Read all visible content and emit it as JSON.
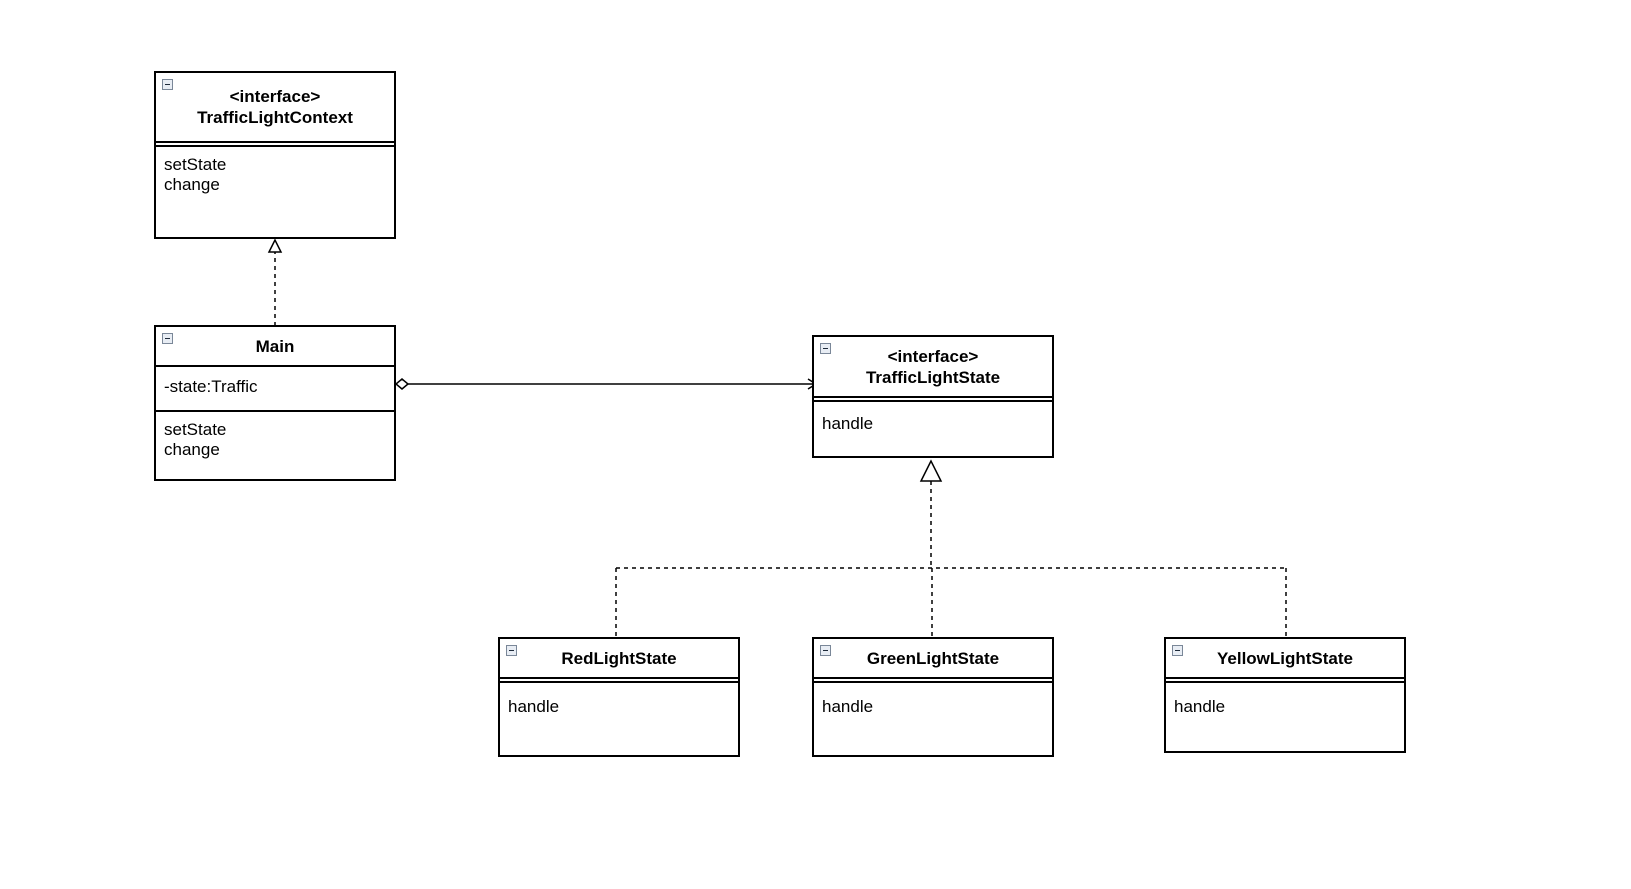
{
  "classes": {
    "traffic_light_context": {
      "stereotype": "<interface>",
      "name": "TrafficLightContext",
      "attributes": [],
      "operations": [
        "setState",
        "change"
      ]
    },
    "main": {
      "stereotype": "",
      "name": "Main",
      "attributes": [
        "-state:Traffic"
      ],
      "operations": [
        "setState",
        "change"
      ]
    },
    "traffic_light_state": {
      "stereotype": "<interface>",
      "name": "TrafficLightState",
      "attributes": [],
      "operations": [
        "handle"
      ]
    },
    "red_light_state": {
      "stereotype": "",
      "name": "RedLightState",
      "attributes": [],
      "operations": [
        "handle"
      ]
    },
    "green_light_state": {
      "stereotype": "",
      "name": "GreenLightState",
      "attributes": [],
      "operations": [
        "handle"
      ]
    },
    "yellow_light_state": {
      "stereotype": "",
      "name": "YellowLightState",
      "attributes": [],
      "operations": [
        "handle"
      ]
    }
  },
  "relations": [
    {
      "type": "realization",
      "from": "Main",
      "to": "TrafficLightContext"
    },
    {
      "type": "aggregation",
      "from": "Main",
      "to": "TrafficLightState"
    },
    {
      "type": "realization",
      "from": "RedLightState",
      "to": "TrafficLightState"
    },
    {
      "type": "realization",
      "from": "GreenLightState",
      "to": "TrafficLightState"
    },
    {
      "type": "realization",
      "from": "YellowLightState",
      "to": "TrafficLightState"
    }
  ]
}
